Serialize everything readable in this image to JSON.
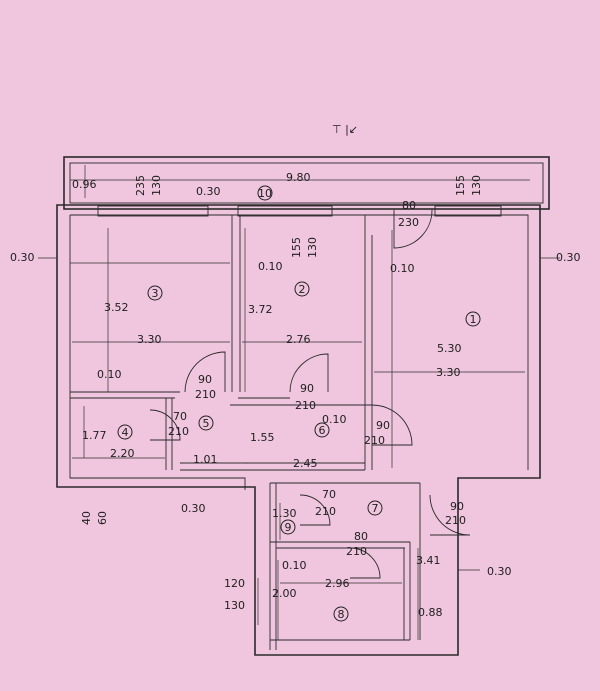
{
  "plan": {
    "north_marks": "⊤ |↙",
    "dims": [
      "9.80",
      "0.96",
      "235",
      "130",
      "0.30",
      "80",
      "230",
      "155",
      "130",
      "0.30",
      "0.30",
      "3.52",
      "0.10",
      "155",
      "130",
      "0.10",
      "3.72",
      "3.30",
      "2.76",
      "5.30",
      "3.30",
      "0.10",
      "90",
      "210",
      "90",
      "210",
      "70",
      "210",
      "0.10",
      "90",
      "210",
      "1.77",
      "1.55",
      "2.20",
      "1.01",
      "2.45",
      "40",
      "60",
      "0.30",
      "70",
      "210",
      "1.30",
      "90",
      "210",
      "80",
      "210",
      "3.41",
      "0.10",
      "2.96",
      "0.30",
      "120",
      "130",
      "2.00",
      "0.88"
    ],
    "rooms": [
      "1",
      "2",
      "3",
      "4",
      "5",
      "6",
      "7",
      "8",
      "9",
      "10"
    ]
  }
}
